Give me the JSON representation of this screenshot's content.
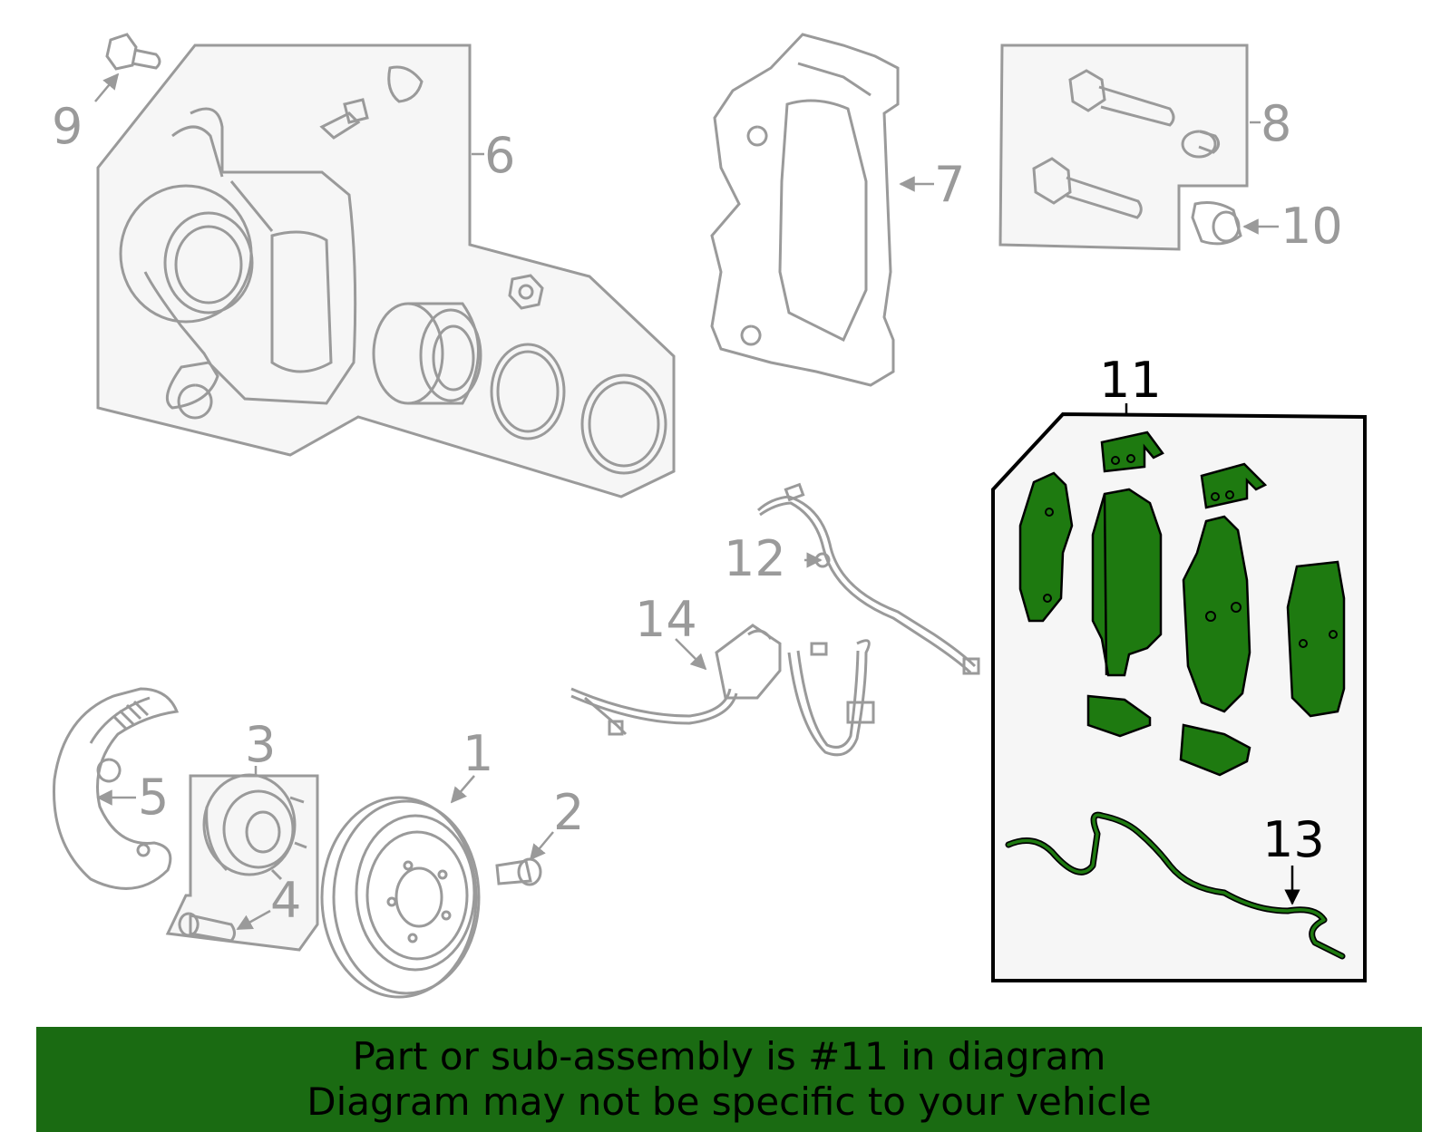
{
  "callouts": {
    "c1": "1",
    "c2": "2",
    "c3": "3",
    "c4": "4",
    "c5": "5",
    "c6": "6",
    "c7": "7",
    "c8": "8",
    "c9": "9",
    "c10": "10",
    "c11": "11",
    "c12": "12",
    "c13": "13",
    "c14": "14"
  },
  "banner": {
    "line1": "Part or sub-assembly is #11 in diagram",
    "line2": "Diagram may not be specific to your vehicle"
  },
  "colors": {
    "highlight_fill": "#1e7a10",
    "banner_bg": "#1a6b12",
    "gray_outline": "#9a9a9a",
    "panel_fill": "#f6f6f6"
  }
}
